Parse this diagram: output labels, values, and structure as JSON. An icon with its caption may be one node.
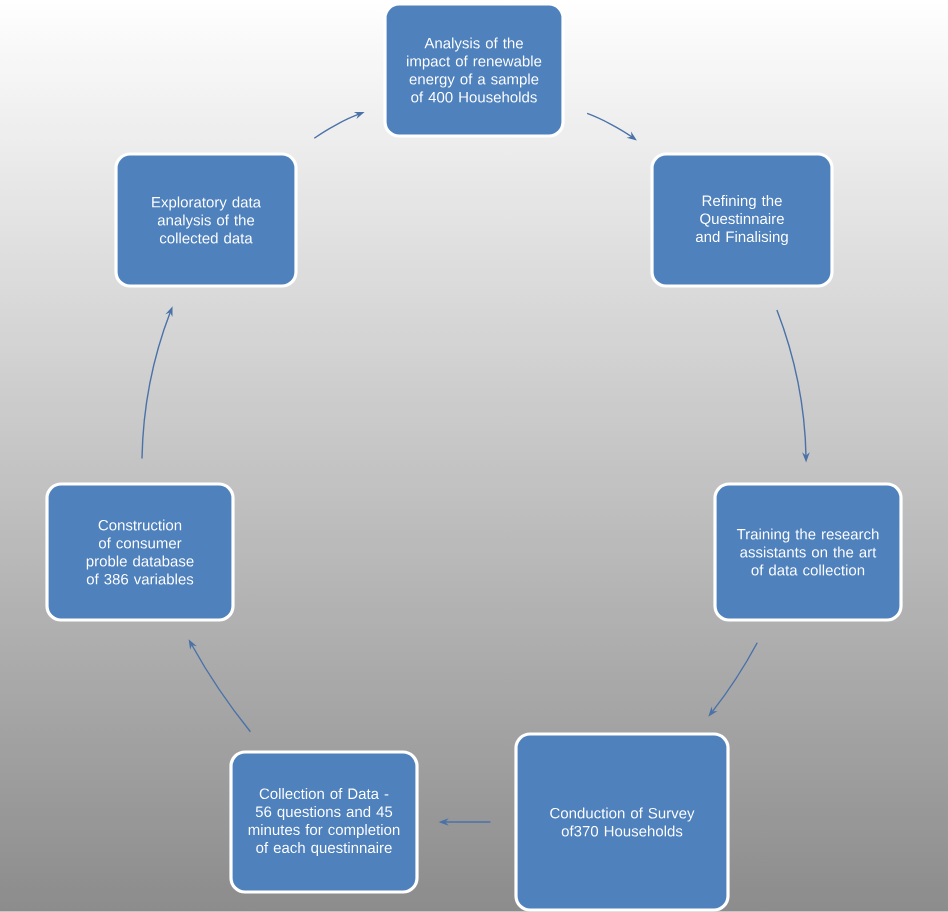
{
  "diagram": {
    "nodes": [
      {
        "text": [
          "Analysis of the impact of renewable energy of a sample of 400 Households"
        ]
      },
      {
        "text": [
          "Refining the Questinnaire and Finalising"
        ]
      },
      {
        "text": [
          "Training the research assistants on the art of data collection"
        ]
      },
      {
        "text": [
          "Conduction of Survey of370 Households"
        ]
      },
      {
        "text": [
          "Collection of Data - 56 questions and 45 minutes for completion of each questinnaire"
        ]
      },
      {
        "text": [
          "Construction of consumer proble database of 386 variables"
        ]
      },
      {
        "text": [
          "Exploratory data analysis of the collected data"
        ]
      }
    ],
    "edges": [
      {
        "from": 0,
        "to": 1,
        "arrow": "to"
      },
      {
        "from": 1,
        "to": 2,
        "arrow": "to"
      },
      {
        "from": 2,
        "to": 3,
        "arrow": "to"
      },
      {
        "from": 3,
        "to": 4,
        "arrow": "to"
      },
      {
        "from": 4,
        "to": 5,
        "arrow": "to"
      },
      {
        "from": 5,
        "to": 6,
        "arrow": "to"
      },
      {
        "from": 6,
        "to": 0,
        "arrow": "to"
      }
    ]
  }
}
